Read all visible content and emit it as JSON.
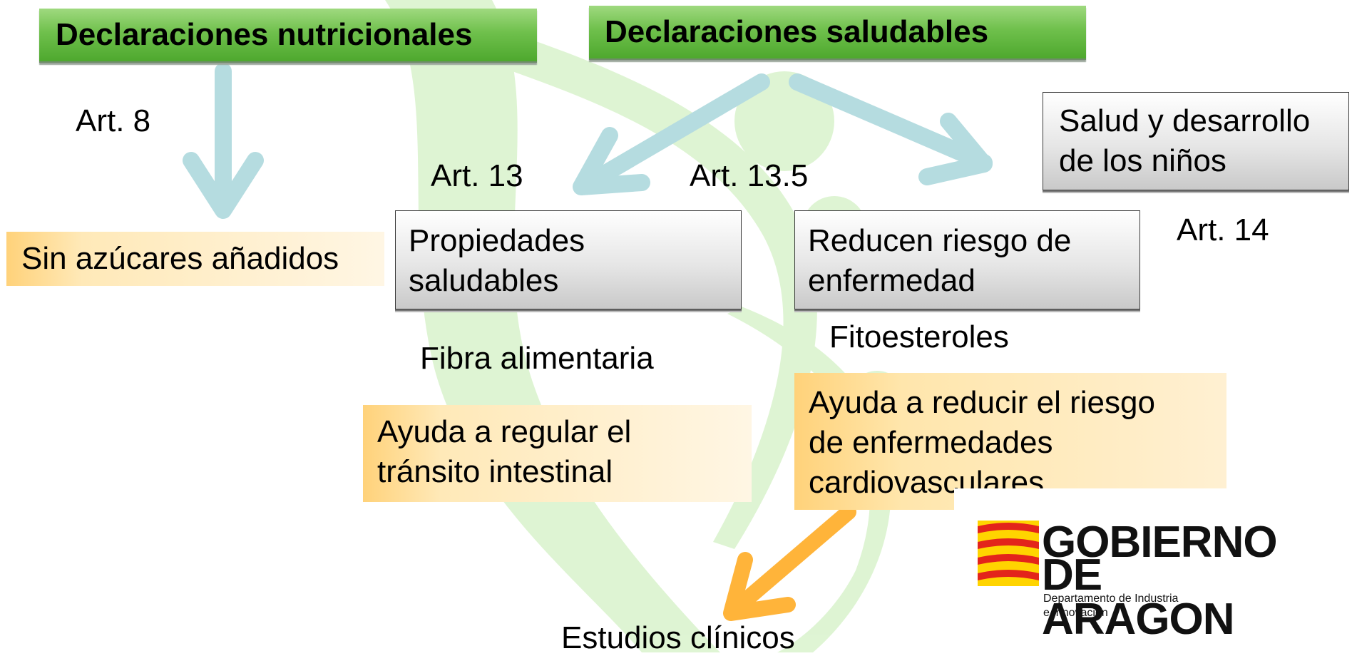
{
  "boxes": {
    "nutritional": "Declaraciones nutricionales",
    "health": "Declaraciones saludables",
    "no_sugar": "Sin azúcares añadidos",
    "properties": [
      "Propiedades",
      "saludables"
    ],
    "risk": [
      "Reducen riesgo de",
      "enfermedad"
    ],
    "children": [
      "Salud y desarrollo",
      "de los niños"
    ],
    "transit": [
      "Ayuda a regular el",
      "tránsito intestinal"
    ],
    "cardio": [
      "Ayuda a reducir el riesgo",
      "de enfermedades",
      "cardiovasculares"
    ]
  },
  "labels": {
    "art8": "Art. 8",
    "art13": "Art. 13",
    "art13_5": "Art. 13.5",
    "art14": "Art. 14",
    "fibra": "Fibra alimentaria",
    "fito": "Fitoesteroles",
    "estudios": "Estudios clínicos"
  },
  "logo": {
    "line1": "GOBIERNO",
    "line2": "DE ARAGON",
    "dept1": "Departamento de Industria",
    "dept2": "e Innovación"
  },
  "colors": {
    "green_header": "#6fc04c",
    "arrow_blue": "#b4dce0",
    "arrow_orange": "#ffb43a",
    "watermark_green": "#d6f2c8",
    "orange_fill": "#ffd98a"
  }
}
